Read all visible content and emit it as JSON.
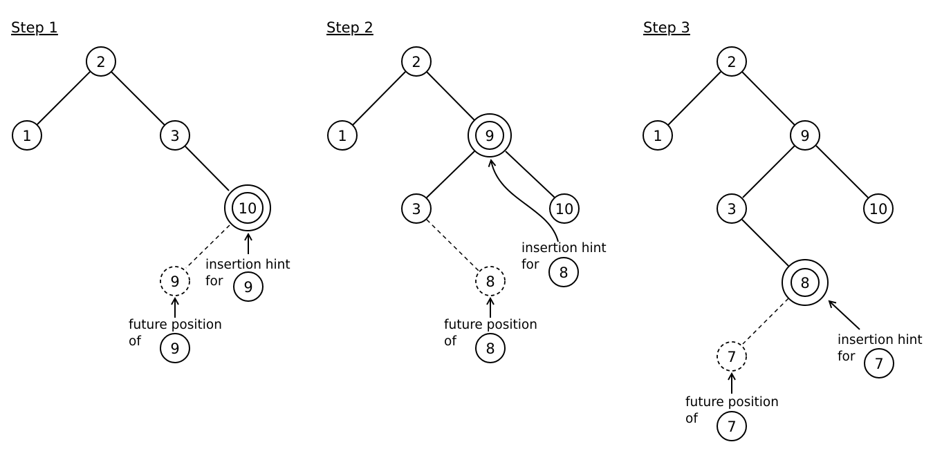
{
  "steps": [
    {
      "title": "Step 1",
      "nodes": {
        "root": "2",
        "left": "1",
        "right": "3",
        "hint_node": "10",
        "future_node": "9"
      },
      "hint_label": {
        "line1": "insertion hint",
        "line2": "for",
        "value": "9"
      },
      "future_label": {
        "line1": "future position",
        "line2": "of",
        "value": "9"
      }
    },
    {
      "title": "Step 2",
      "nodes": {
        "root": "2",
        "left": "1",
        "hint_node": "9",
        "child_left": "3",
        "child_right": "10",
        "future_node": "8"
      },
      "hint_label": {
        "line1": "insertion hint",
        "line2": "for",
        "value": "8"
      },
      "future_label": {
        "line1": "future position",
        "line2": "of",
        "value": "8"
      }
    },
    {
      "title": "Step 3",
      "nodes": {
        "root": "2",
        "left": "1",
        "right": "9",
        "child_left": "3",
        "child_right": "10",
        "hint_node": "8",
        "future_node": "7"
      },
      "hint_label": {
        "line1": "insertion hint",
        "line2": "for",
        "value": "7"
      },
      "future_label": {
        "line1": "future position",
        "line2": "of",
        "value": "7"
      }
    }
  ]
}
